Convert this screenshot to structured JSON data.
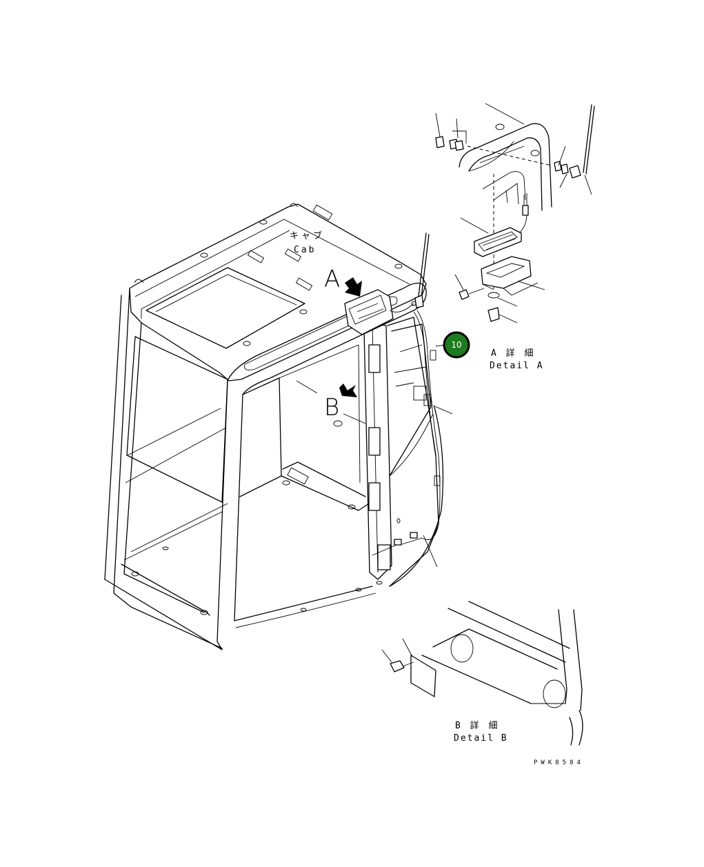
{
  "labels": {
    "cab_jp": "キャブ",
    "cab_en": "Cab",
    "letter_a": "A",
    "letter_b": "B",
    "detail_a_jp": "A 詳 細",
    "detail_a_en": "Detail A",
    "detail_b_jp": "B 詳 細",
    "detail_b_en": "Detail B",
    "drawing_number": "PWK8584"
  },
  "callout": {
    "number": "10",
    "color": "#1e7a1e"
  }
}
